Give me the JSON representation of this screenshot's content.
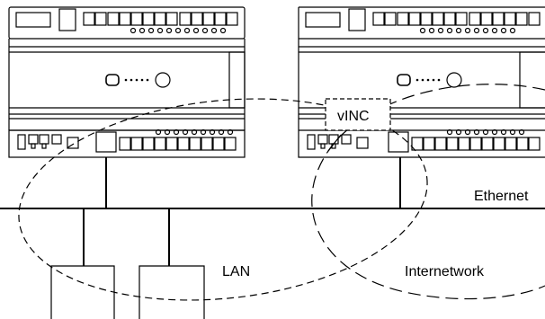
{
  "labels": {
    "vinc": "vINC",
    "ethernet": "Ethernet",
    "lan": "LAN",
    "internetwork": "Internetwork"
  },
  "colors": {
    "ink": "#000000",
    "background": "#ffffff"
  }
}
